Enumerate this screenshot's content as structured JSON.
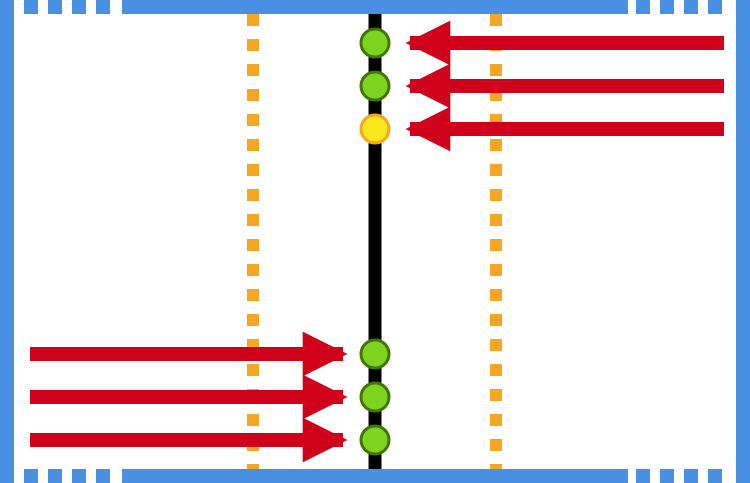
{
  "diagram": {
    "description_free": true,
    "colors": {
      "background": "#ffffff",
      "border": "#4a90e2",
      "guide": "#f5a623",
      "axis": "#000000",
      "arrow": "#d0021b",
      "node_green_fill": "#7ed321",
      "node_green_stroke": "#417505",
      "node_yellow_fill": "#f8e71c",
      "node_yellow_stroke": "#f5a623"
    },
    "incoming_from_right": [
      {
        "node_state": "green"
      },
      {
        "node_state": "green"
      },
      {
        "node_state": "yellow"
      }
    ],
    "incoming_from_left": [
      {
        "node_state": "green"
      },
      {
        "node_state": "green"
      },
      {
        "node_state": "green"
      }
    ]
  }
}
